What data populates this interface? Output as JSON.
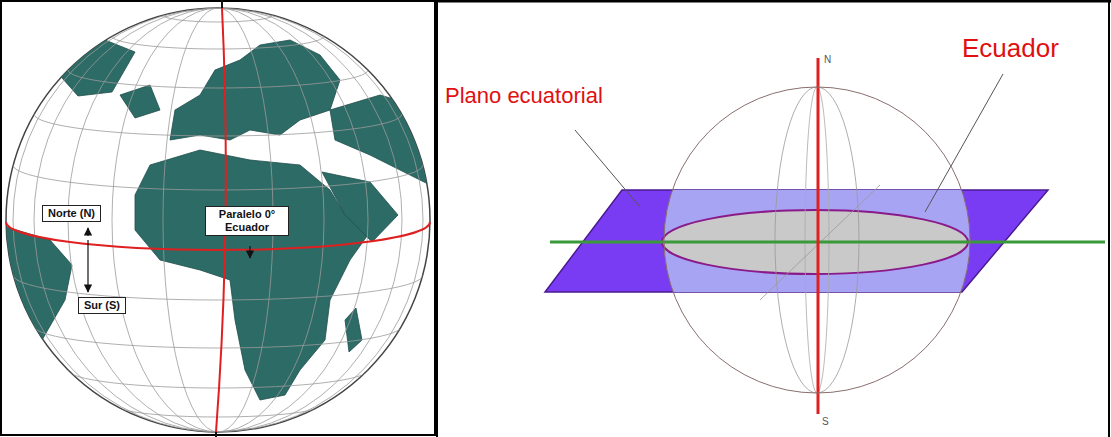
{
  "diagram": {
    "nodes": [
      {
        "text": [
          "Norte (N)"
        ]
      },
      {
        "text": [
          "Sur (S)"
        ]
      },
      {
        "text": [
          "Paralelo 0° Ecuador"
        ]
      }
    ],
    "labels": [
      "Plano ecuatorial",
      "Ecuador",
      "N",
      "S"
    ]
  }
}
